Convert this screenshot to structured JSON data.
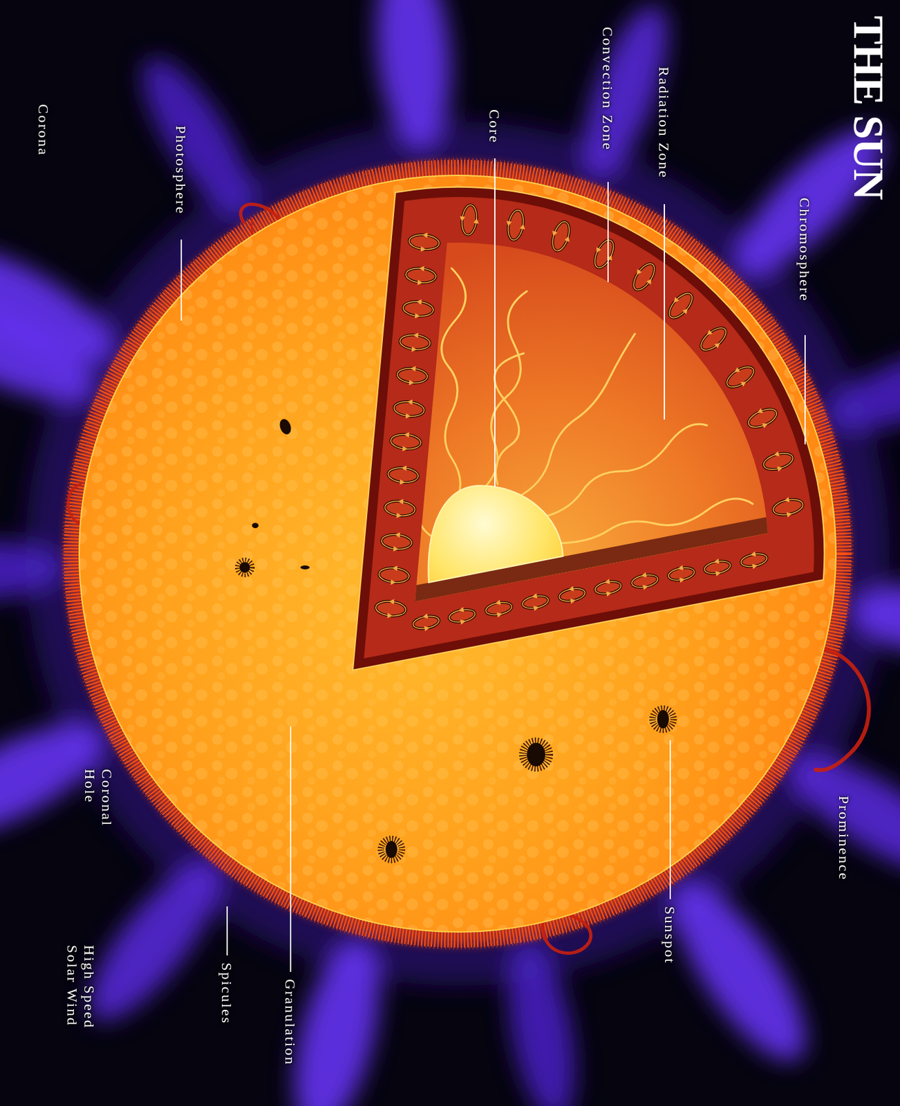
{
  "diagram": {
    "title": "THE SUN",
    "labels": [
      "Chromosphere",
      "Radiation Zone",
      "Convection Zone",
      "Core",
      "Photosphere",
      "Corona",
      "Prominence",
      "Sunspot",
      "Coronal Hole",
      "Spicules",
      "High Speed Solar Wind",
      "Granulation"
    ]
  }
}
